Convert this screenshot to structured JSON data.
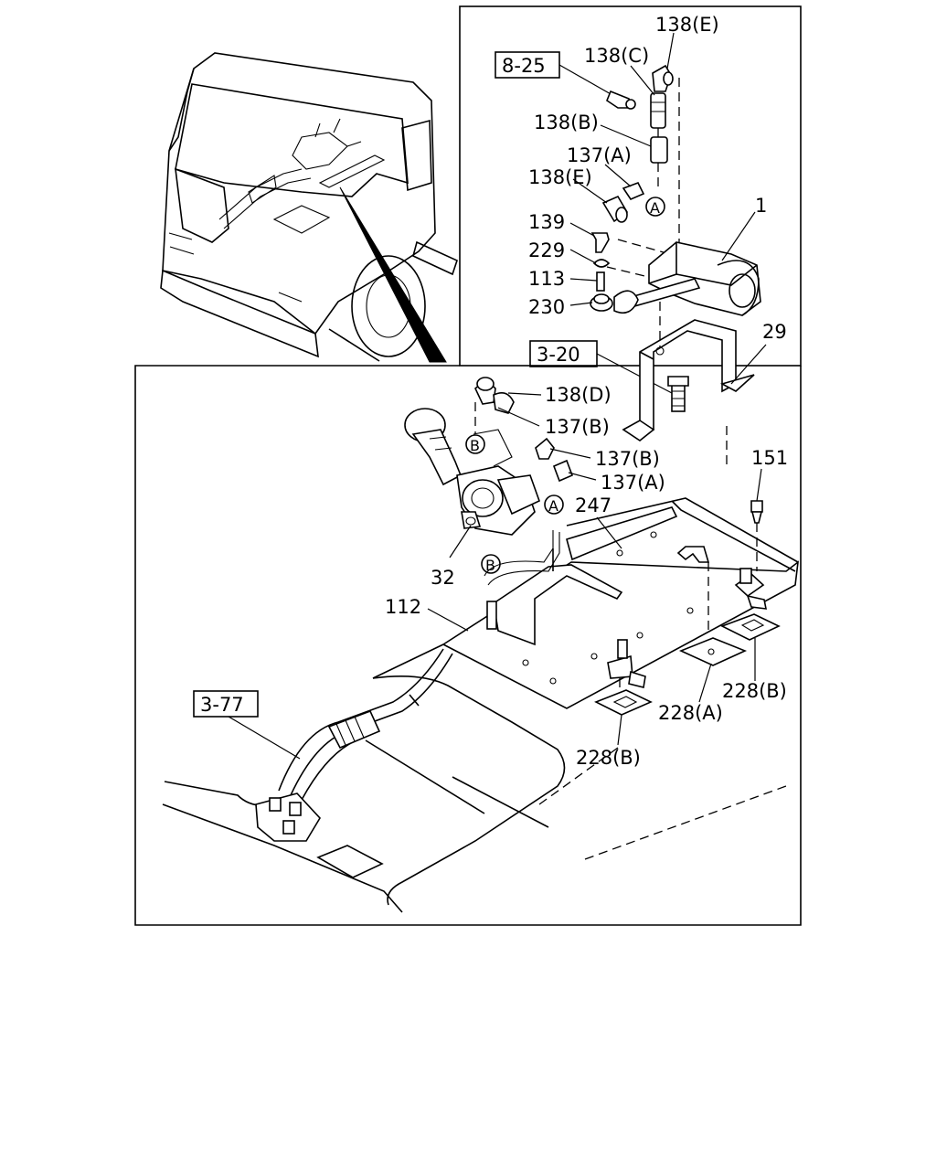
{
  "labels": {
    "p138e_top": "138(E)",
    "p138c": "138(C)",
    "p138b": "138(B)",
    "p137a_top": "137(A)",
    "p138e_mid": "138(E)",
    "p139": "139",
    "p229": "229",
    "p113": "113",
    "p230": "230",
    "p1": "1",
    "p29": "29",
    "p138d": "138(D)",
    "p137b_1": "137(B)",
    "p137b_2": "137(B)",
    "p137a_2": "137(A)",
    "p151": "151",
    "p247": "247",
    "p32": "32",
    "p112": "112",
    "p228b_right": "228(B)",
    "p228a": "228(A)",
    "p228b_left": "228(B)"
  },
  "refs": {
    "ref_8_25": "8-25",
    "ref_3_20": "3-20",
    "ref_3_77": "3-77"
  },
  "markers": {
    "a_top": "A",
    "a_bottom": "A",
    "b_top": "B",
    "b_bottom": "B"
  }
}
